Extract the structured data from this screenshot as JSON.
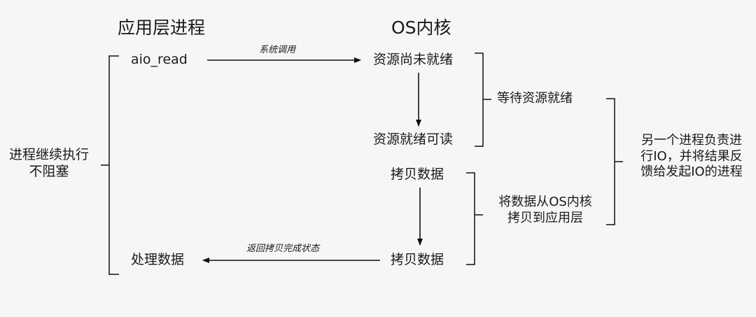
{
  "headers": {
    "app_process": "应用层进程",
    "os_kernel": "OS内核"
  },
  "app_side": {
    "aio_read": "aio_read",
    "process_data": "处理数据",
    "continue_line1": "进程继续执行",
    "continue_line2": "不阻塞"
  },
  "kernel_side": {
    "not_ready": "资源尚未就绪",
    "ready_readable": "资源就绪可读",
    "copy_data_top": "拷贝数据",
    "copy_data_bottom": "拷贝数据"
  },
  "arrows": {
    "syscall": "系统调用",
    "return_copy_done": "返回拷贝完成状态"
  },
  "notes": {
    "wait_ready": "等待资源就绪",
    "copy_line1": "将数据从OS内核",
    "copy_line2": "拷贝到应用层",
    "another_line1": "另一个进程负责进",
    "another_line2": "行IO，并将结果反",
    "another_line3": "馈给发起IO的进程"
  }
}
